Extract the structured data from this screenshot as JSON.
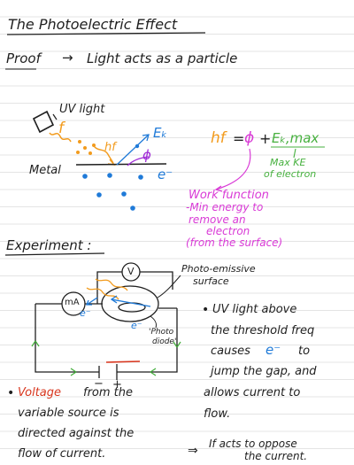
{
  "title": "The Photoelectric Effect",
  "proof": {
    "label": "Proof",
    "arrow": "→",
    "statement": "Light acts as a particle"
  },
  "diagram1": {
    "uv_light": "UV light",
    "f": "f",
    "hf": "hf",
    "ek": "Eₖ",
    "phi": "ϕ",
    "electron": "e⁻",
    "metal": "Metal"
  },
  "equation": {
    "hf": "hf",
    "equals": "=",
    "phi": "ϕ",
    "plus": "+",
    "ekmax": "Eₖ,max",
    "max_ke": [
      "Max KE",
      "of electron"
    ],
    "work_function": [
      "Work function",
      "-Min energy to",
      "remove an",
      "electron",
      "(from the surface)"
    ]
  },
  "experiment": {
    "heading": "Experiment :",
    "voltmeter": "V",
    "ammeter": "mA",
    "photo_emissive": [
      "Photo-emissive",
      "surface"
    ],
    "photodiode": [
      "'Photo",
      "diode'"
    ],
    "electron_label": "e⁻",
    "minus": "−",
    "plus": "+"
  },
  "notes": {
    "bullet": "•",
    "uv_note": [
      "UV light above",
      "the threshold freq",
      "causes",
      "to",
      "jump the gap, and",
      "allows current to",
      "flow."
    ],
    "uv_note_electron": "e⁻",
    "voltage_word": "Voltage",
    "voltage_rest": "from the",
    "voltage_note": [
      "variable source is",
      "directed against the",
      "flow   of   current."
    ],
    "implies": "⇒",
    "conclusion": [
      "If acts to oppose",
      "the current."
    ]
  },
  "colors": {
    "ink": "#1f1f1f",
    "orange": "#f29b1d",
    "blue": "#1f7ad8",
    "purple": "#a02bd6",
    "magenta": "#d93ad6",
    "green": "#46b03e",
    "red": "#d8361e"
  }
}
